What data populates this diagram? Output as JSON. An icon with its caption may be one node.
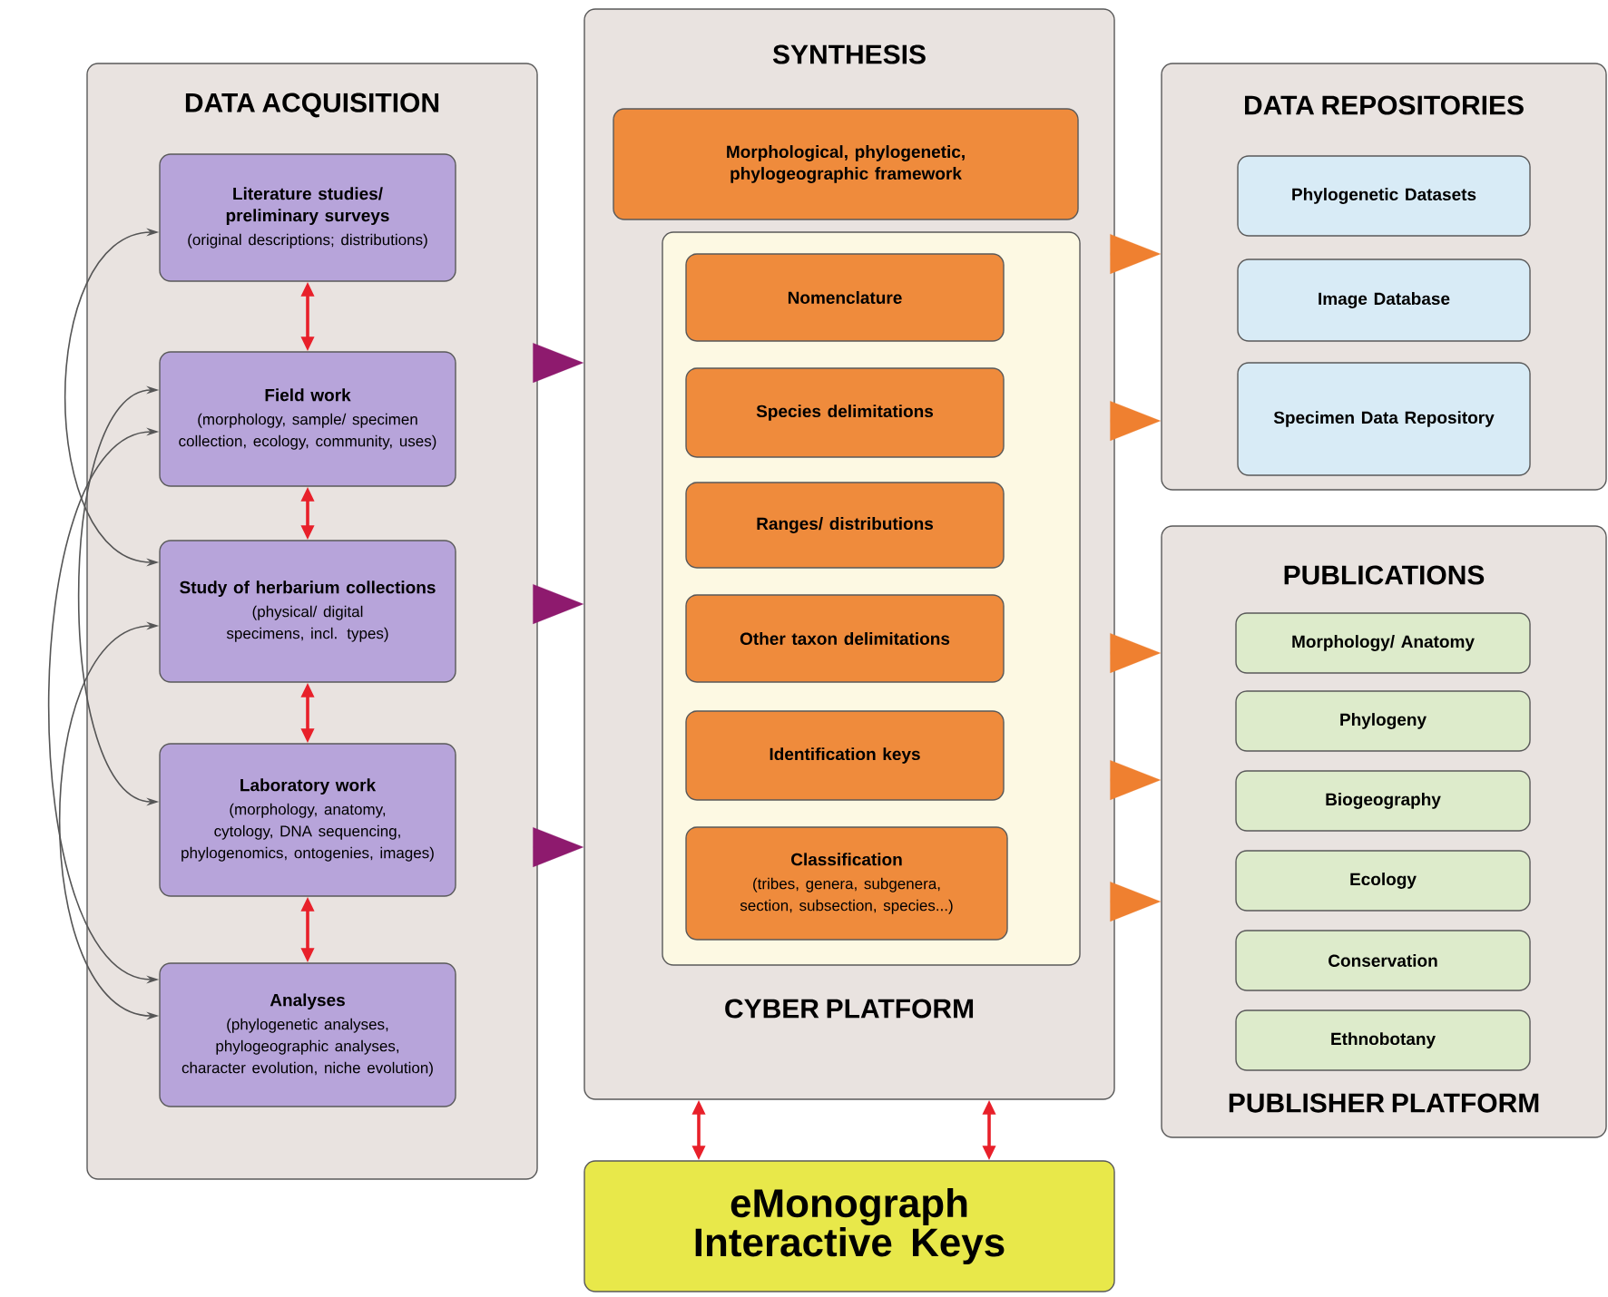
{
  "diagram": {
    "nodes": [
      {
        "text": [
          "DATA ACQUISITION"
        ]
      },
      {
        "text": [
          "Literature studies/ preliminary surveys",
          "(original descriptions; distributions)"
        ],
        "in": 0
      },
      {
        "text": [
          "Field work",
          "(morphology, sample/ specimen collection, ecology, community, uses)"
        ],
        "in": 0
      },
      {
        "text": [
          "Study of herbarium collections",
          "(physical/ digital specimens, incl. types)"
        ],
        "in": 0
      },
      {
        "text": [
          "Laboratory work",
          "(morphology, anatomy, cytology, DNA sequencing, phylogenomics, ontogenies, images)"
        ],
        "in": 0
      },
      {
        "text": [
          "Analyses",
          "(phylogenetic analyses, phylogeographic analyses, character evolution, niche evolution)"
        ],
        "in": 0
      },
      {
        "text": [
          "SYNTHESIS",
          "CYBER PLATFORM"
        ]
      },
      {
        "text": [
          "Morphological, phylogenetic, phylogeographic framework"
        ],
        "in": 6
      },
      {
        "text": [],
        "shape": "box",
        "in": 6
      },
      {
        "text": [
          "Nomenclature"
        ],
        "in": 8
      },
      {
        "text": [
          "Species delimitations"
        ],
        "in": 8
      },
      {
        "text": [
          "Ranges/ distributions"
        ],
        "in": 8
      },
      {
        "text": [
          "Other taxon delimitations"
        ],
        "in": 8
      },
      {
        "text": [
          "Identification keys"
        ],
        "in": 8
      },
      {
        "text": [
          "Classification",
          "(tribes, genera, subgenera, section, subsection, species...)"
        ],
        "in": 8
      },
      {
        "text": [
          "DATA REPOSITORIES"
        ]
      },
      {
        "text": [
          "Phylogenetic Datasets"
        ],
        "in": 15
      },
      {
        "text": [
          "Image Database"
        ],
        "in": 15
      },
      {
        "text": [
          "Specimen Data Repository"
        ],
        "in": 15
      },
      {
        "text": [
          "PUBLICATIONS",
          "PUBLISHER PLATFORM"
        ]
      },
      {
        "text": [
          "Morphology/ Anatomy"
        ],
        "in": 19
      },
      {
        "text": [
          "Phylogeny"
        ],
        "in": 19
      },
      {
        "text": [
          "Biogeography"
        ],
        "in": 19
      },
      {
        "text": [
          "Ecology"
        ],
        "in": 19
      },
      {
        "text": [
          "Conservation"
        ],
        "in": 19
      },
      {
        "text": [
          "Ethnobotany"
        ],
        "in": 19
      },
      {
        "text": [
          "eMonograph Interactive Keys"
        ]
      }
    ],
    "edges": [
      {
        "from": 1,
        "to": 2,
        "arrow": "both",
        "color": "#e8202a"
      },
      {
        "from": 2,
        "to": 3,
        "arrow": "both",
        "color": "#e8202a"
      },
      {
        "from": 3,
        "to": 4,
        "arrow": "both",
        "color": "#e8202a"
      },
      {
        "from": 4,
        "to": 5,
        "arrow": "both",
        "color": "#e8202a"
      },
      {
        "from": 1,
        "to": 3,
        "arrow": "both",
        "color": "#555555"
      },
      {
        "from": 2,
        "to": 4,
        "arrow": "both",
        "color": "#555555"
      },
      {
        "from": 2,
        "to": 5,
        "arrow": "both",
        "color": "#555555"
      },
      {
        "from": 3,
        "to": 5,
        "arrow": "both",
        "color": "#555555"
      },
      {
        "from": 0,
        "to": 6,
        "arrow": "to",
        "color": "#8e1a6e"
      },
      {
        "from": 0,
        "to": 6,
        "arrow": "to",
        "color": "#8e1a6e"
      },
      {
        "from": 0,
        "to": 6,
        "arrow": "to",
        "color": "#8e1a6e"
      },
      {
        "from": 6,
        "to": 15,
        "arrow": "to",
        "color": "#ef8030"
      },
      {
        "from": 6,
        "to": 15,
        "arrow": "to",
        "color": "#ef8030"
      },
      {
        "from": 6,
        "to": 19,
        "arrow": "to",
        "color": "#ef8030"
      },
      {
        "from": 6,
        "to": 19,
        "arrow": "to",
        "color": "#ef8030"
      },
      {
        "from": 6,
        "to": 19,
        "arrow": "to",
        "color": "#ef8030"
      },
      {
        "from": 6,
        "to": 26,
        "arrow": "both",
        "color": "#e8202a"
      },
      {
        "from": 6,
        "to": 26,
        "arrow": "both",
        "color": "#e8202a"
      }
    ]
  }
}
